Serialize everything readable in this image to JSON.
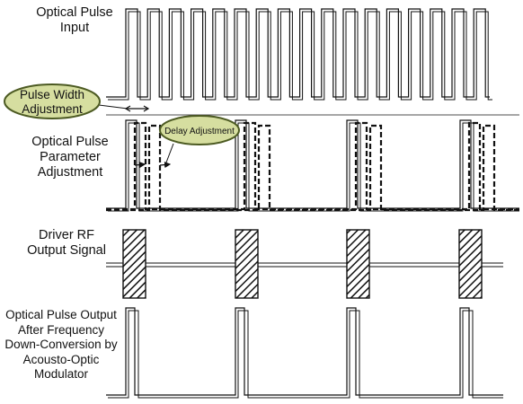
{
  "labels": {
    "input": "Optical Pulse\nInput",
    "param": "Optical Pulse\nParameter\nAdjustment",
    "rf": "Driver RF\nOutput Signal",
    "output": "Optical Pulse Output\nAfter Frequency\nDown-Conversion by\nAcousto-Optic\nModulator"
  },
  "callouts": {
    "pulse_width_line1": "Pulse Width",
    "pulse_width_line2": "Adjustment",
    "delay": "Delay Adjustment"
  },
  "colors": {
    "callout_fill": "#d6dea0",
    "callout_stroke": "#4c5a22",
    "line": "#111111"
  }
}
